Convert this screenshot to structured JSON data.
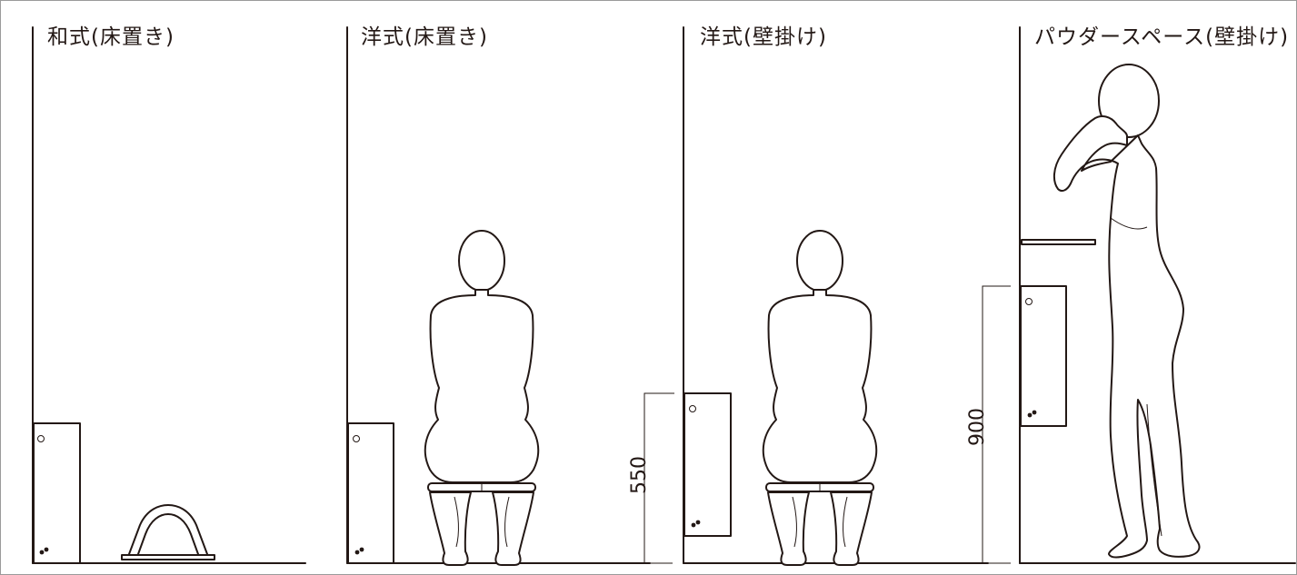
{
  "panels": [
    {
      "title": "和式(床置き)"
    },
    {
      "title": "洋式(床置き)"
    },
    {
      "title": "洋式(壁掛け)"
    },
    {
      "title": "パウダースペース(壁掛け)"
    }
  ],
  "dimensions": {
    "wall_mounted_height": "550",
    "powder_space_height": "900"
  },
  "colors": {
    "line": "#231815",
    "background": "#ffffff",
    "frame": "#9a9a9a"
  }
}
